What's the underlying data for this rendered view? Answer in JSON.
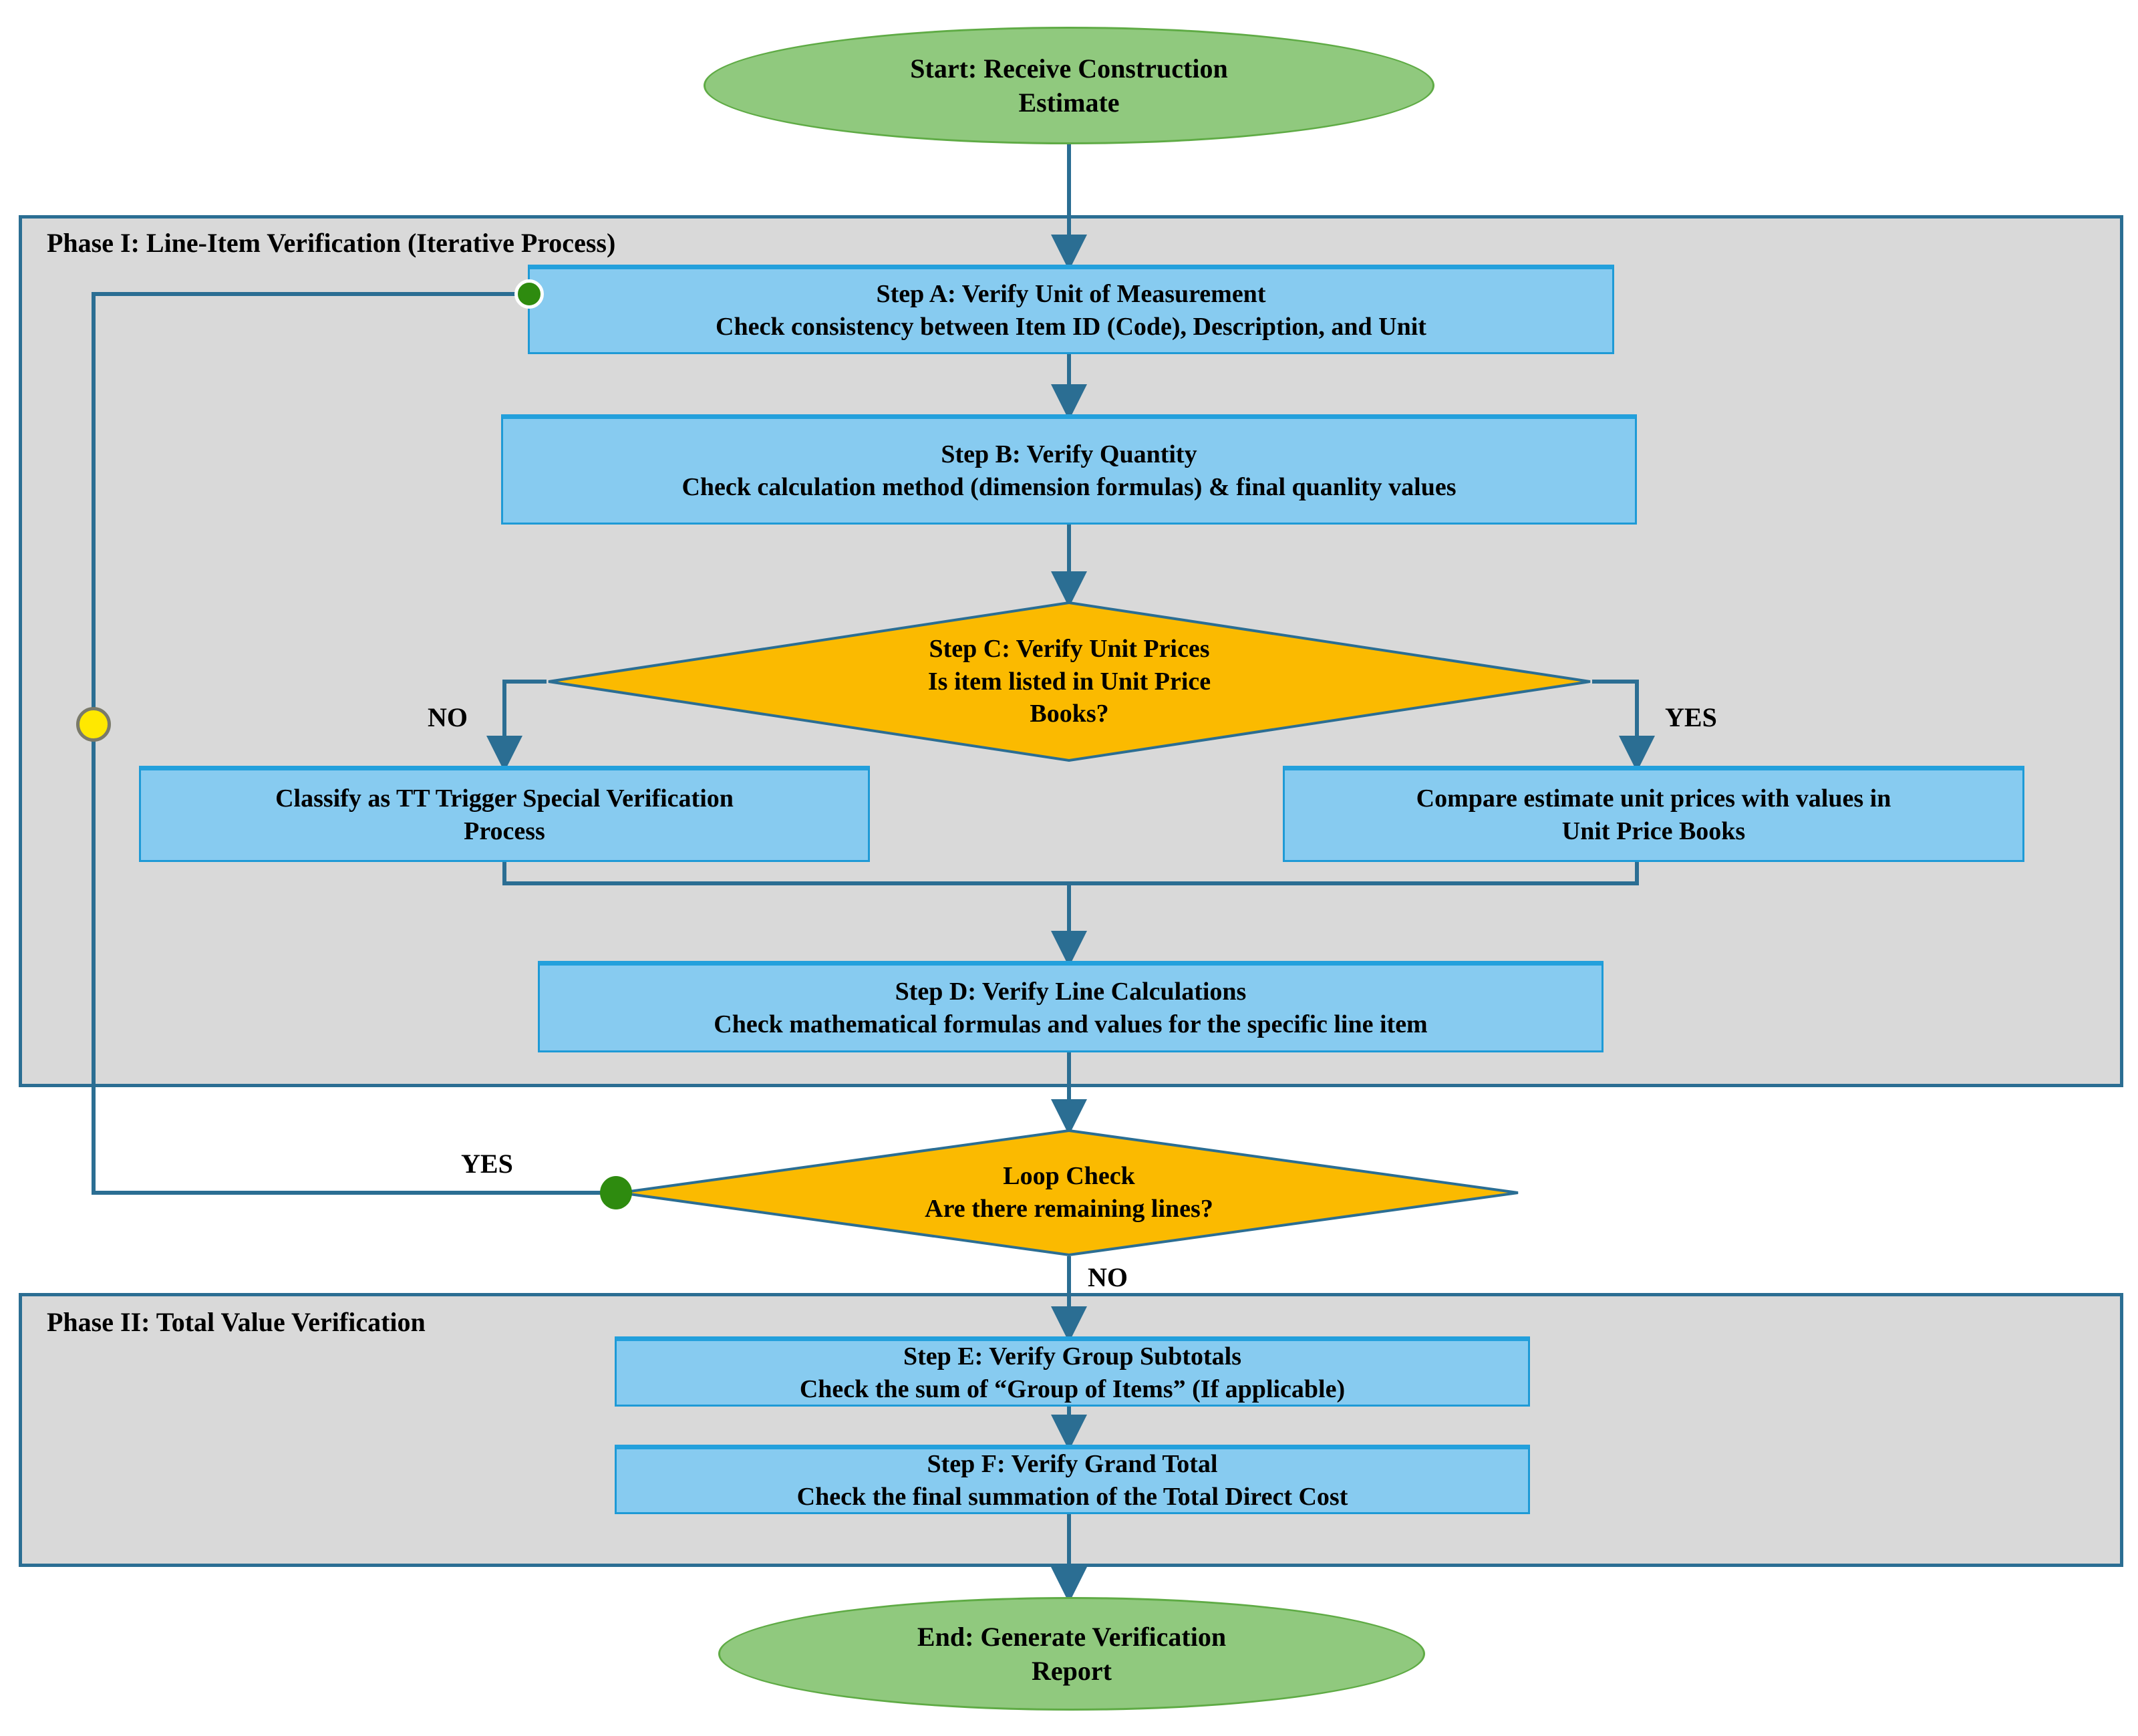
{
  "diagram": {
    "type": "flowchart",
    "title": "Construction Estimate Verification Process",
    "colors": {
      "process_fill": "#87cbf0",
      "process_border": "#1e9ad6",
      "decision_fill": "#FBBA00",
      "decision_border": "#2b6e93",
      "terminator_fill": "#90c97e",
      "terminator_border": "#5fab45",
      "phase_fill": "#d9d9d9",
      "phase_border": "#2b6e93",
      "connector_line": "#2b6e93",
      "dot_green": "#2e8b0f",
      "dot_yellow": "#ffe800"
    }
  },
  "nodes": {
    "start": {
      "line1": "Start: Receive Construction",
      "line2": "Estimate"
    },
    "step_a": {
      "line1": "Step A: Verify Unit of Measurement",
      "line2": "Check consistency between Item ID (Code), Description, and Unit"
    },
    "step_b": {
      "line1": "Step B: Verify Quantity",
      "line2": "Check calculation method (dimension formulas) & final quanlity values"
    },
    "step_c": {
      "line1": "Step C: Verify Unit Prices",
      "line2": "Is item listed in Unit Price",
      "line3": "Books?"
    },
    "classify_tt": {
      "line1": "Classify as TT Trigger Special Verification",
      "line2": "Process"
    },
    "compare_prices": {
      "line1": "Compare estimate unit prices with values in",
      "line2": "Unit Price Books"
    },
    "step_d": {
      "line1": "Step D: Verify Line Calculations",
      "line2": "Check mathematical formulas and values for the specific line item"
    },
    "loop_check": {
      "line1": "Loop Check",
      "line2": "Are there remaining lines?"
    },
    "step_e": {
      "line1": "Step E: Verify Group Subtotals",
      "line2": "Check the sum of “Group of Items” (If applicable)"
    },
    "step_f": {
      "line1": "Step F: Verify Grand Total",
      "line2": "Check the final summation of the Total Direct Cost"
    },
    "end": {
      "line1": "End: Generate Verification",
      "line2": "Report"
    }
  },
  "phases": {
    "phase_1": "Phase I: Line-Item Verification (Iterative Process)",
    "phase_2": "Phase II: Total Value Verification"
  },
  "edge_labels": {
    "step_c_no": "NO",
    "step_c_yes": "YES",
    "loop_yes": "YES",
    "loop_no": "NO"
  }
}
